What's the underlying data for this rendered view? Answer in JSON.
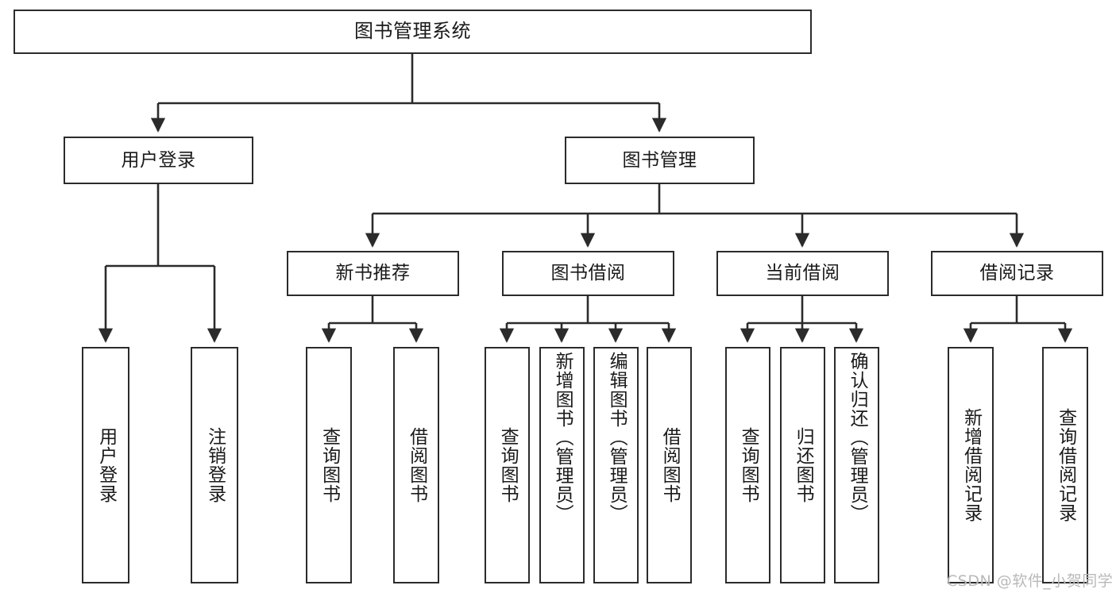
{
  "diagram": {
    "type": "tree",
    "title": "图书管理系统",
    "orientation": "top-down",
    "style": {
      "box_stroke": "#2b2b2b",
      "box_fill": "#ffffff",
      "edge_color": "#2b2b2b",
      "text_color": "#1a1a1a",
      "background": "#ffffff"
    }
  },
  "root": {
    "label": "图书管理系统"
  },
  "level2": [
    {
      "label": "用户登录"
    },
    {
      "label": "图书管理"
    }
  ],
  "level3": [
    {
      "label": "新书推荐"
    },
    {
      "label": "图书借阅"
    },
    {
      "label": "当前借阅"
    },
    {
      "label": "借阅记录"
    }
  ],
  "leaves": {
    "user_login": [
      {
        "label": "用户登录"
      },
      {
        "label": "注销登录"
      }
    ],
    "new_book_recommend": [
      {
        "label": "查询图书"
      },
      {
        "label": "借阅图书"
      }
    ],
    "book_borrow": [
      {
        "label": "查询图书"
      },
      {
        "label": "新增图书（管理员）"
      },
      {
        "label": "编辑图书（管理员）"
      },
      {
        "label": "借阅图书"
      }
    ],
    "current_borrow": [
      {
        "label": "查询图书"
      },
      {
        "label": "归还图书"
      },
      {
        "label": "确认归还（管理员）"
      }
    ],
    "borrow_record": [
      {
        "label": "新增借阅记录"
      },
      {
        "label": "查询借阅记录"
      }
    ]
  },
  "watermark": {
    "text": "CSDN @软件_小贺同学"
  }
}
